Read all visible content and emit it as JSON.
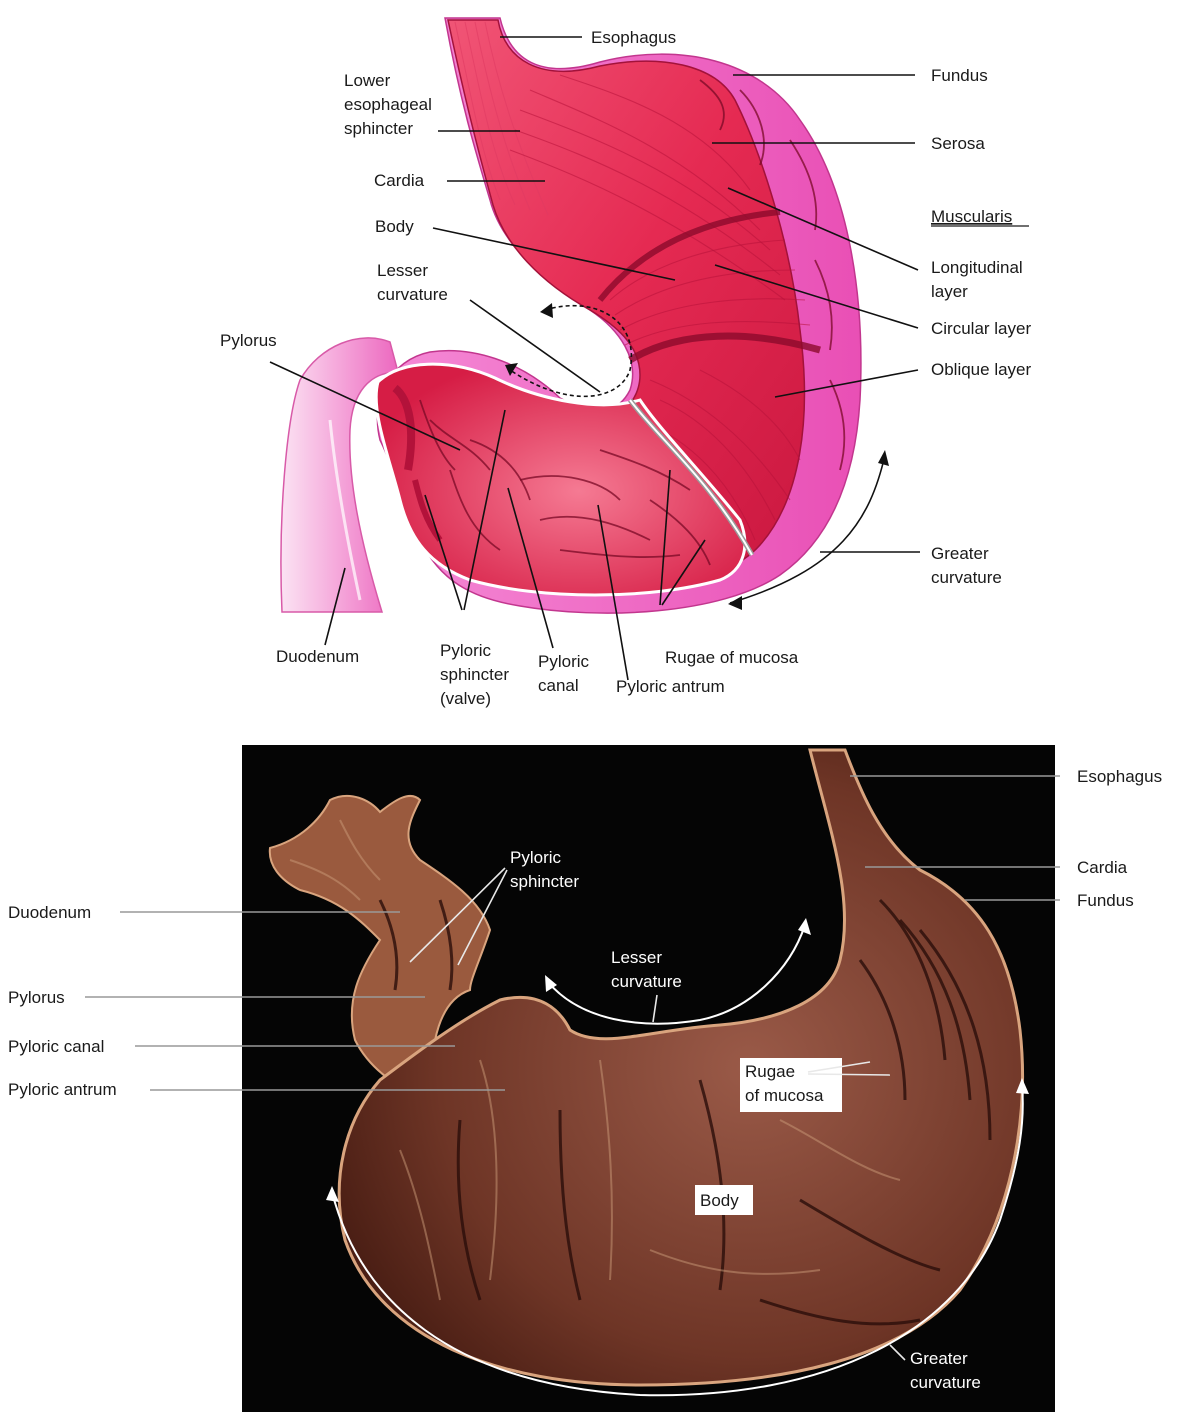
{
  "top_diagram": {
    "labels": {
      "esophagus": "Esophagus",
      "lower_esophageal_sphincter": [
        "Lower",
        "esophageal",
        "sphincter"
      ],
      "cardia": "Cardia",
      "body": "Body",
      "lesser_curvature": [
        "Lesser",
        "curvature"
      ],
      "pylorus": "Pylorus",
      "fundus": "Fundus",
      "serosa": "Serosa",
      "muscularis_heading": "Muscularis",
      "longitudinal_layer": [
        "Longitudinal",
        "layer"
      ],
      "circular_layer": "Circular layer",
      "oblique_layer": "Oblique layer",
      "greater_curvature": [
        "Greater",
        "curvature"
      ],
      "duodenum": "Duodenum",
      "pyloric_sphincter": [
        "Pyloric",
        "sphincter",
        "(valve)"
      ],
      "pyloric_canal": [
        "Pyloric",
        "canal"
      ],
      "pyloric_antrum": "Pyloric antrum",
      "rugae_of_mucosa": "Rugae of mucosa"
    }
  },
  "bottom_photo": {
    "labels": {
      "esophagus": "Esophagus",
      "cardia": "Cardia",
      "fundus": "Fundus",
      "duodenum": "Duodenum",
      "pyloric_sphincter": [
        "Pyloric",
        "sphincter"
      ],
      "pylorus": "Pylorus",
      "pyloric_canal": "Pyloric canal",
      "pyloric_antrum": "Pyloric antrum",
      "lesser_curvature": [
        "Lesser",
        "curvature"
      ],
      "rugae_of_mucosa": [
        "Rugae",
        "of mucosa"
      ],
      "body": "Body",
      "greater_curvature": [
        "Greater",
        "curvature"
      ]
    }
  },
  "colors": {
    "stomach_red": "#e8284f",
    "stomach_light": "#f5708f",
    "serosa_pink": "#f06ac4",
    "photo_background": "#050505",
    "tissue_brown": "#8a4a38"
  }
}
